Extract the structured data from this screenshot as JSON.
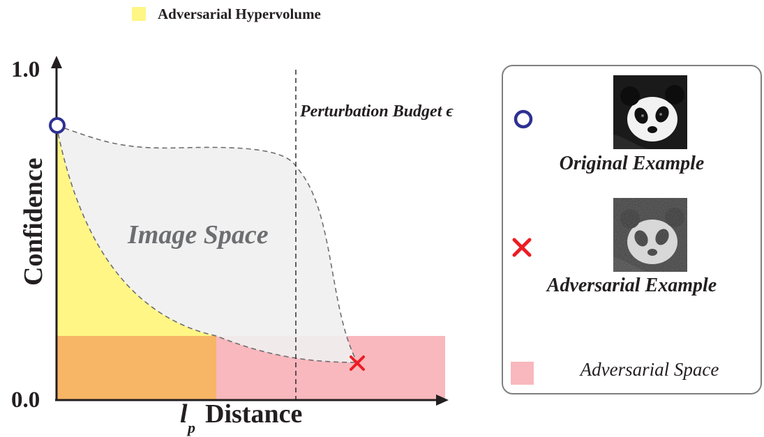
{
  "top_legend": {
    "label": "Adversarial Hypervolume",
    "color": "#fff685"
  },
  "axes": {
    "y_max_label": "1.0",
    "y_min_label": "0.0",
    "y_title": "Confidence",
    "x_title_symbol": "l",
    "x_title_subscript": "p",
    "x_title_text": "Distance"
  },
  "annotations": {
    "perturbation_budget": "Perturbation Budget ϵ",
    "image_space": "Image Space"
  },
  "colors": {
    "hypervolume": "#fff685",
    "adversarial_space": "#f8b8bd",
    "overlap": "#f7b566",
    "image_space": "#efefef",
    "original_marker": "#2e3192",
    "adversarial_marker": "#ed1c24"
  },
  "legend": {
    "original_label": "Original Example",
    "adversarial_label": "Adversarial Example",
    "adversarial_space_label": "Adversarial Space",
    "original_icon": "circle-marker",
    "adversarial_icon": "cross-marker",
    "original_image": "panda-clean",
    "adversarial_image": "panda-noisy"
  }
}
